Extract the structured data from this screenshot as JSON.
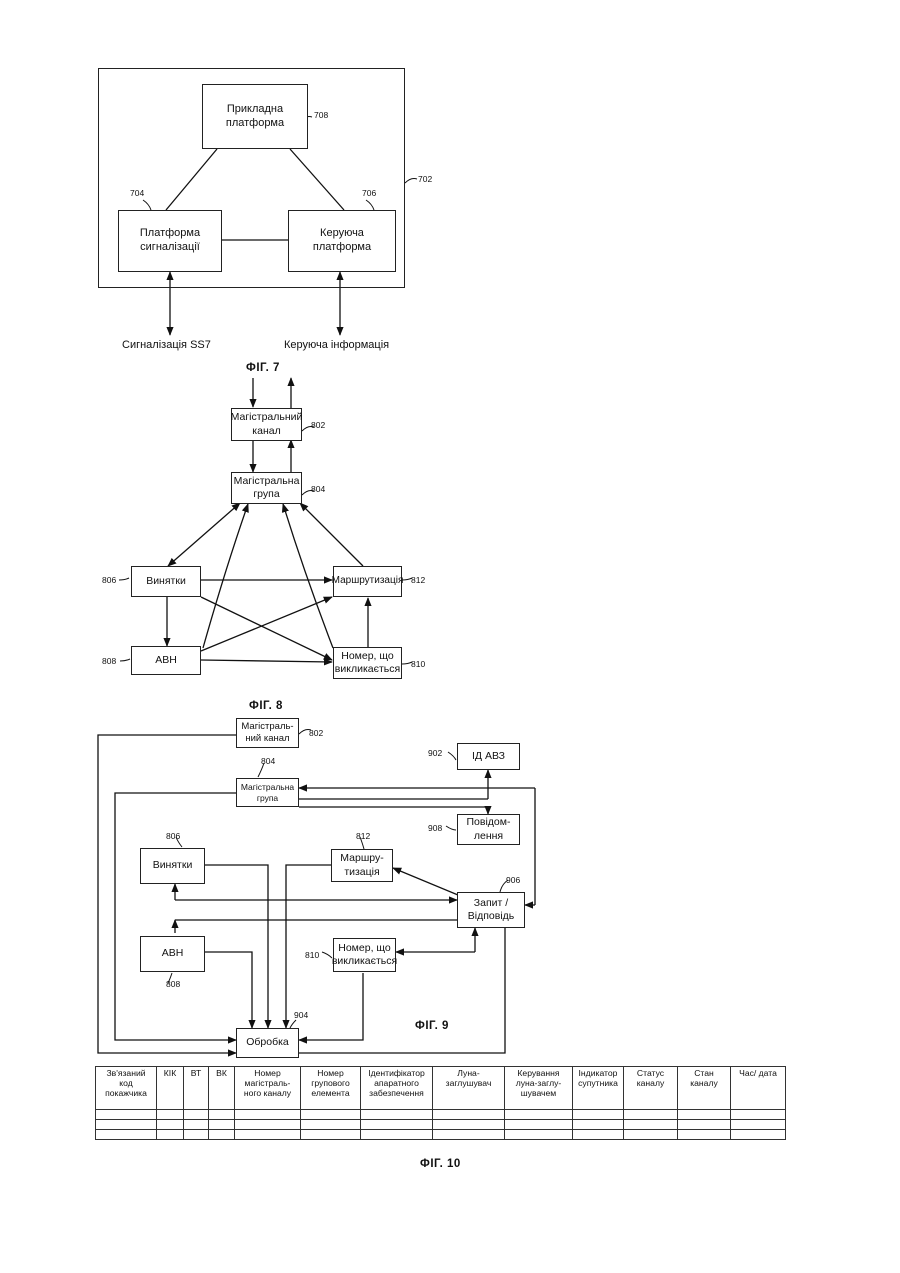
{
  "fig7": {
    "boxes": {
      "app": {
        "label": "Прикладна\nплатформа",
        "ref": "708"
      },
      "signal": {
        "label": "Платформа\nсигналізації",
        "ref": "704"
      },
      "control": {
        "label": "Керуюча\nплатформа",
        "ref": "706"
      }
    },
    "frame_ref": "702",
    "ss7_label": "Сигналізація SS7",
    "control_info_label": "Керуюча інформація",
    "caption": "ФІГ. 7"
  },
  "fig8": {
    "boxes": {
      "trunk_channel": {
        "label": "Магістральний\nканал",
        "ref": "802"
      },
      "trunk_group": {
        "label": "Магістральна\nгрупа",
        "ref": "804"
      },
      "exceptions": {
        "label": "Винятки",
        "ref": "806"
      },
      "routing": {
        "label": "Маршрутизація",
        "ref": "812"
      },
      "avn": {
        "label": "АВН",
        "ref": "808"
      },
      "called_number": {
        "label": "Номер, що\nвикликається",
        "ref": "810"
      }
    },
    "caption": "ФІГ. 8"
  },
  "fig9": {
    "boxes": {
      "trunk_channel": {
        "label": "Магістраль-\nний канал",
        "ref": "802"
      },
      "id_avz": {
        "label": "ІД АВЗ",
        "ref": "902"
      },
      "trunk_group": {
        "label": "Магістральна\nгрупа",
        "ref": "804"
      },
      "message": {
        "label": "Повідом-\nлення",
        "ref": "908"
      },
      "exceptions": {
        "label": "Винятки",
        "ref": "806"
      },
      "routing": {
        "label": "Маршру-\nтизація",
        "ref": "812"
      },
      "request": {
        "label": "Запит /\nВідповідь",
        "ref": "906"
      },
      "avn": {
        "label": "АВН",
        "ref": "808"
      },
      "called_number": {
        "label": "Номер, що\nвикликається",
        "ref": "810"
      },
      "processing": {
        "label": "Обробка",
        "ref": "904"
      }
    },
    "caption": "ФІГ. 9"
  },
  "fig10": {
    "columns": [
      "Зв'язаний\nкод\nпокажчика",
      "КІК",
      "ВТ",
      "ВК",
      "Номер\nмагістраль-\nного каналу",
      "Номер\nгрупового\nелемента",
      "Ідентифікатор\nапаратного\nзабезпечення",
      "Луна-\nзаглушувач",
      "Керування\nлуна-заглу-\nшувачем",
      "Індикатор\nсупутника",
      "Статус\nканалу",
      "Стан\nканалу",
      "Час/ дата"
    ],
    "empty_rows": 3,
    "caption": "ФІГ. 10"
  }
}
